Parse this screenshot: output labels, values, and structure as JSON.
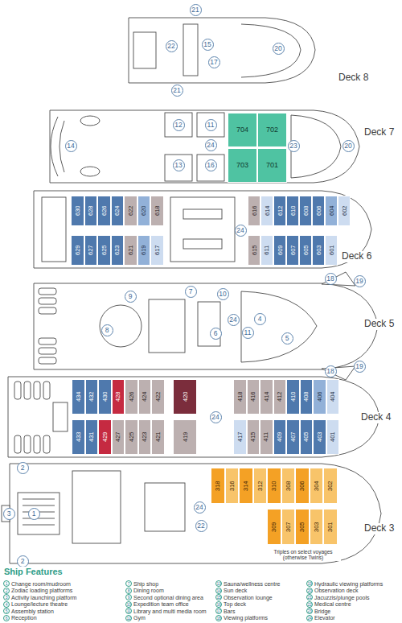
{
  "diagram": {
    "nodes": [
      {
        "text": [
          "21"
        ]
      },
      {
        "text": [
          "22"
        ]
      },
      {
        "text": [
          "15"
        ]
      },
      {
        "text": [
          "17"
        ]
      },
      {
        "text": [
          "20"
        ]
      },
      {
        "text": [
          "21"
        ]
      },
      {
        "text": [
          "14"
        ]
      },
      {
        "text": [
          "12"
        ]
      },
      {
        "text": [
          "11"
        ]
      },
      {
        "text": [
          "24"
        ]
      },
      {
        "text": [
          "13"
        ]
      },
      {
        "text": [
          "16"
        ]
      },
      {
        "text": [
          "23"
        ]
      },
      {
        "text": [
          "20"
        ]
      },
      {
        "text": [
          "704"
        ]
      },
      {
        "text": [
          "702"
        ]
      },
      {
        "text": [
          "703"
        ]
      },
      {
        "text": [
          "701"
        ]
      },
      {
        "text": [
          "24"
        ]
      },
      {
        "text": [
          "630"
        ]
      },
      {
        "text": [
          "628"
        ]
      },
      {
        "text": [
          "626"
        ]
      },
      {
        "text": [
          "624"
        ]
      },
      {
        "text": [
          "622"
        ]
      },
      {
        "text": [
          "620"
        ]
      },
      {
        "text": [
          "618"
        ]
      },
      {
        "text": [
          "616"
        ]
      },
      {
        "text": [
          "614"
        ]
      },
      {
        "text": [
          "612"
        ]
      },
      {
        "text": [
          "610"
        ]
      },
      {
        "text": [
          "608"
        ]
      },
      {
        "text": [
          "606"
        ]
      },
      {
        "text": [
          "604"
        ]
      },
      {
        "text": [
          "602"
        ]
      },
      {
        "text": [
          "629"
        ]
      },
      {
        "text": [
          "627"
        ]
      },
      {
        "text": [
          "625"
        ]
      },
      {
        "text": [
          "623"
        ]
      },
      {
        "text": [
          "621"
        ]
      },
      {
        "text": [
          "619"
        ]
      },
      {
        "text": [
          "617"
        ]
      },
      {
        "text": [
          "615"
        ]
      },
      {
        "text": [
          "611"
        ]
      },
      {
        "text": [
          "609"
        ]
      },
      {
        "text": [
          "607"
        ]
      },
      {
        "text": [
          "605"
        ]
      },
      {
        "text": [
          "603"
        ]
      },
      {
        "text": [
          "601"
        ]
      },
      {
        "text": [
          "18"
        ]
      },
      {
        "text": [
          "19"
        ]
      },
      {
        "text": [
          "9"
        ]
      },
      {
        "text": [
          "7"
        ]
      },
      {
        "text": [
          "10"
        ]
      },
      {
        "text": [
          "4"
        ]
      },
      {
        "text": [
          "24"
        ]
      },
      {
        "text": [
          "8"
        ]
      },
      {
        "text": [
          "6"
        ]
      },
      {
        "text": [
          "11"
        ]
      },
      {
        "text": [
          "5"
        ]
      },
      {
        "text": [
          "18"
        ]
      },
      {
        "text": [
          "19"
        ]
      },
      {
        "text": [
          "24"
        ]
      },
      {
        "text": [
          "434"
        ]
      },
      {
        "text": [
          "432"
        ]
      },
      {
        "text": [
          "430"
        ]
      },
      {
        "text": [
          "428"
        ]
      },
      {
        "text": [
          "426"
        ]
      },
      {
        "text": [
          "424"
        ]
      },
      {
        "text": [
          "422"
        ]
      },
      {
        "text": [
          "420"
        ]
      },
      {
        "text": [
          "418"
        ]
      },
      {
        "text": [
          "416"
        ]
      },
      {
        "text": [
          "414"
        ]
      },
      {
        "text": [
          "412"
        ]
      },
      {
        "text": [
          "410"
        ]
      },
      {
        "text": [
          "408"
        ]
      },
      {
        "text": [
          "406"
        ]
      },
      {
        "text": [
          "404"
        ]
      },
      {
        "text": [
          "433"
        ]
      },
      {
        "text": [
          "431"
        ]
      },
      {
        "text": [
          "429"
        ]
      },
      {
        "text": [
          "427"
        ]
      },
      {
        "text": [
          "425"
        ]
      },
      {
        "text": [
          "423"
        ]
      },
      {
        "text": [
          "421"
        ]
      },
      {
        "text": [
          "419"
        ]
      },
      {
        "text": [
          "417"
        ]
      },
      {
        "text": [
          "415"
        ]
      },
      {
        "text": [
          "411"
        ]
      },
      {
        "text": [
          "409"
        ]
      },
      {
        "text": [
          "407"
        ]
      },
      {
        "text": [
          "405"
        ]
      },
      {
        "text": [
          "403"
        ]
      },
      {
        "text": [
          "401"
        ]
      },
      {
        "text": [
          "2"
        ]
      },
      {
        "text": [
          "3"
        ]
      },
      {
        "text": [
          "1"
        ]
      },
      {
        "text": [
          "2"
        ]
      },
      {
        "text": [
          "24"
        ]
      },
      {
        "text": [
          "22"
        ]
      },
      {
        "text": [
          "318"
        ]
      },
      {
        "text": [
          "316"
        ]
      },
      {
        "text": [
          "314"
        ]
      },
      {
        "text": [
          "312"
        ]
      },
      {
        "text": [
          "310"
        ]
      },
      {
        "text": [
          "308"
        ]
      },
      {
        "text": [
          "306"
        ]
      },
      {
        "text": [
          "304"
        ]
      },
      {
        "text": [
          "302"
        ]
      },
      {
        "text": [
          "309"
        ]
      },
      {
        "text": [
          "307"
        ]
      },
      {
        "text": [
          "305"
        ]
      },
      {
        "text": [
          "303"
        ]
      },
      {
        "text": [
          "301"
        ]
      }
    ],
    "labels": [
      "Deck 8",
      "Deck 7",
      "Deck 6",
      "Deck 5",
      "Deck 4",
      "Deck 3",
      "Triples on select voyages (otherwise Twins)",
      "Ship Features",
      "1",
      "2",
      "3",
      "4",
      "5",
      "6",
      "7",
      "8",
      "9",
      "10",
      "11",
      "12",
      "13",
      "14",
      "15",
      "16",
      "17",
      "18",
      "19",
      "20",
      "21",
      "22",
      "23",
      "24"
    ],
    "legend": [
      {
        "text": "Change room/mudroom"
      },
      {
        "text": "Zodiac loading platforms"
      },
      {
        "text": "Activity launching platform"
      },
      {
        "text": "Lounge/lecture theatre"
      },
      {
        "text": "Assembly station"
      },
      {
        "text": "Reception"
      },
      {
        "text": "Ship shop"
      },
      {
        "text": "Dining room"
      },
      {
        "text": "Second optional dining area"
      },
      {
        "text": "Expedition team office"
      },
      {
        "text": "Library and multi media room"
      },
      {
        "text": "Gym"
      },
      {
        "text": "Sauna/wellness centre"
      },
      {
        "text": "Sun deck"
      },
      {
        "text": "Observation lounge"
      },
      {
        "text": "Top deck"
      },
      {
        "text": "Bars"
      },
      {
        "text": "Viewing platforms"
      },
      {
        "text": "Hydraulic viewing platforms"
      },
      {
        "text": "Observation deck"
      },
      {
        "text": "Jacuzzis/plunge pools"
      },
      {
        "text": "Medical centre"
      },
      {
        "text": "Bridge"
      },
      {
        "text": "Elevator"
      }
    ]
  }
}
